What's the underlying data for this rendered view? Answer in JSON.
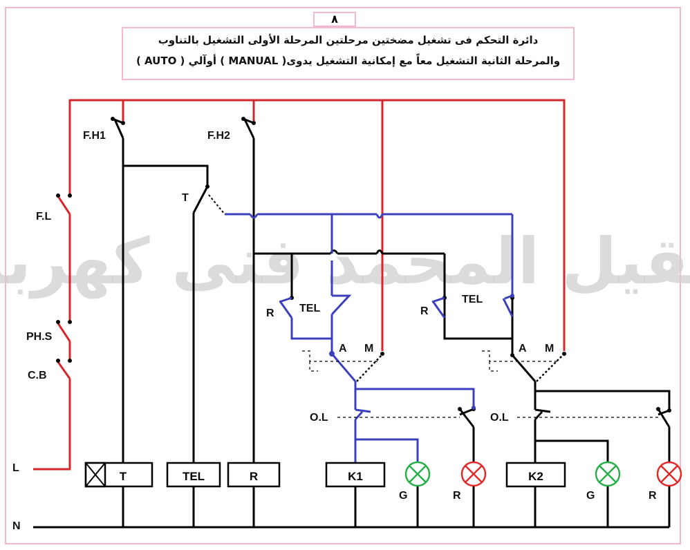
{
  "page_number": "٨",
  "title": {
    "line1": "دائرة التحكم فى تشغيل مضختين مرحلتين المرحلة الأولى التشغيل بالتناوب",
    "line2": "والمرحلة الثانية التشغيل معاً   مع إمكانية التشغيل يدوى( MANUAL )  أوآلي ( AUTO )"
  },
  "watermark": "عقيل المحمد فنى كهرباء",
  "supply": {
    "line": "L",
    "neutral": "N"
  },
  "protection": {
    "fl": "F.L",
    "phs": "PH.S",
    "cb": "C.B"
  },
  "switches": {
    "fh1": "F.H1",
    "fh2": "F.H2",
    "t": "T"
  },
  "relay_contacts": {
    "tel_left": "TEL",
    "r_left": "R",
    "tel_right": "TEL",
    "r_right": "R"
  },
  "selectors": {
    "a1": "A",
    "m1": "M",
    "a2": "A",
    "m2": "M"
  },
  "overloads": {
    "ol1": "O.L",
    "ol2": "O.L"
  },
  "coils": {
    "t": "T",
    "tel": "TEL",
    "r": "R",
    "k1": "K1",
    "k2": "K2"
  },
  "lamps": {
    "g1": "G",
    "r1": "R",
    "g2": "G",
    "r2": "R"
  },
  "colors": {
    "red": "#d7262b",
    "blue": "#3b3fbe",
    "black": "#000000",
    "lamp_green": "#27b04a",
    "lamp_red": "#e02a2a",
    "frame": "#f3b8cf"
  }
}
